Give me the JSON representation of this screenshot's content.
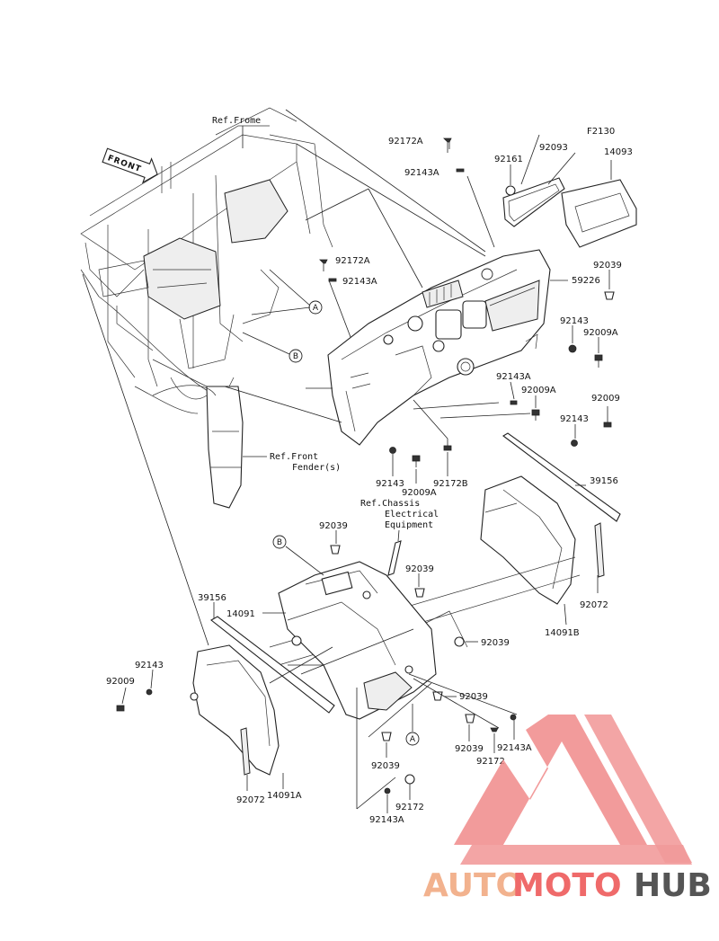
{
  "diagram": {
    "code": "F2130",
    "front_label": "FRONT",
    "refs": {
      "frame": "Ref.Frome",
      "fender_line1": "Ref.Front",
      "fender_line2": "Fender(s)",
      "chassis_line1": "Ref.Chassis",
      "chassis_line2": "Electrical",
      "chassis_line3": "Equipment"
    },
    "callouts": {
      "a": "A",
      "b": "B"
    },
    "parts": {
      "p92172A_top": "92172A",
      "p92143A_top": "92143A",
      "p92161": "92161",
      "p92093": "92093",
      "p14093": "14093",
      "p92172A_mid": "92172A",
      "p92143A_mid": "92143A",
      "p92039_r": "92039",
      "p59226": "59226",
      "p92143_r": "92143",
      "p92009A_r": "92009A",
      "p92143A_c": "92143A",
      "p92009A_c": "92009A",
      "p92009_r": "92009",
      "p92143_r2": "92143",
      "p92143_l": "92143",
      "p92009A_l": "92009A",
      "p92172B": "92172B",
      "p39156_r": "39156",
      "p92039_t": "92039",
      "p92039_m": "92039",
      "p14091": "14091",
      "p39156_l": "39156",
      "p92039_m2": "92039",
      "p14091B": "14091B",
      "p92072_r": "92072",
      "p92143_ll": "92143",
      "p92009_ll": "92009",
      "p92039_b": "92039",
      "p92039_b2": "92039",
      "p92143A_b": "92143A",
      "p92172_b": "92172",
      "p92039_bb": "92039",
      "p92072_l": "92072",
      "p14091A": "14091A",
      "p92172_bb": "92172",
      "p92143A_bb": "92143A"
    }
  },
  "watermark": {
    "auto": "AUTO",
    "moto": "MOTO",
    "hub": "HUB"
  },
  "colors": {
    "triangle": "#f08a8a",
    "auto": "#f2b28e",
    "moto": "#ef6a6a",
    "hub": "#555555"
  }
}
